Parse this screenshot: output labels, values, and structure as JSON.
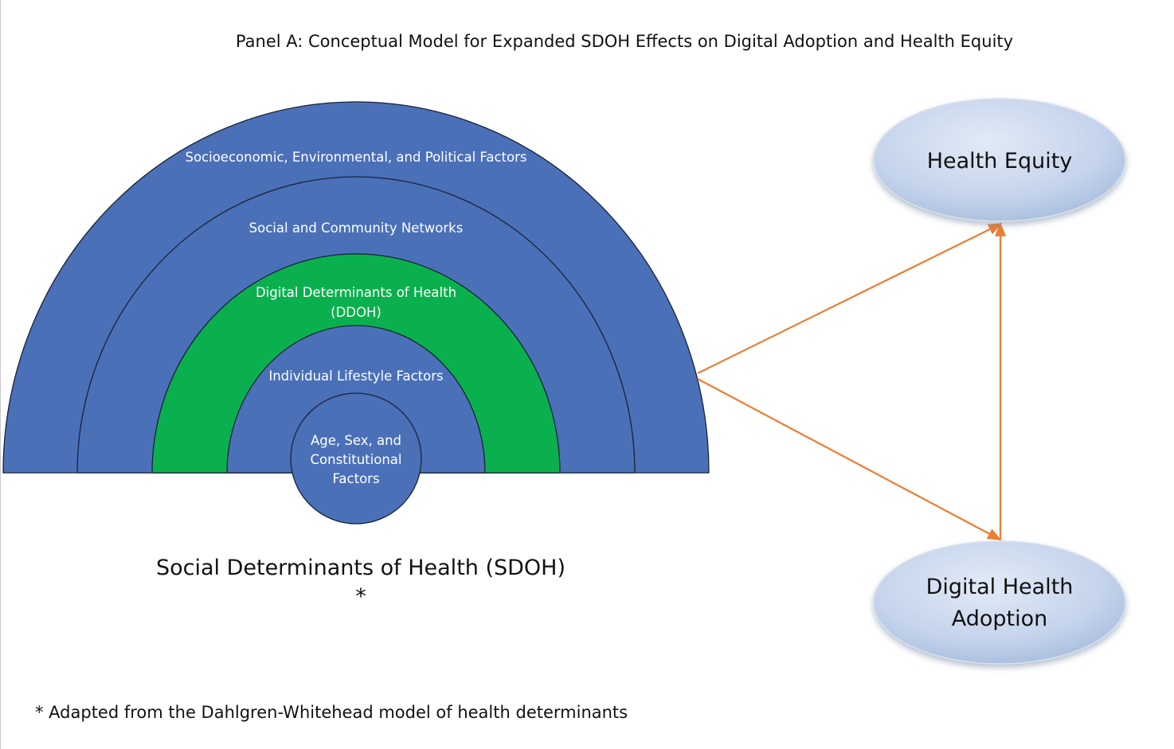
{
  "title": "Panel A: Conceptual Model for Expanded SDOH Effects on Digital Adoption and Health Equity",
  "colors": {
    "ring_blue": "#4a70b8",
    "ring_green": "#0bb04e",
    "ring_outline": "#1b2236",
    "arrow_orange": "#ed7d31",
    "ellipse_light": "#dbe5f3",
    "ellipse_dark": "#a9bfdf"
  },
  "rings": [
    {
      "id": "socioeconomic",
      "label": "Socioeconomic, Environmental, and Political Factors",
      "fill": "blue"
    },
    {
      "id": "social",
      "label": "Social and Community Networks",
      "fill": "blue"
    },
    {
      "id": "ddoh",
      "label_lines": [
        "Digital Determinants of Health",
        "(DDOH)"
      ],
      "fill": "green"
    },
    {
      "id": "lifestyle",
      "label": "Individual Lifestyle Factors",
      "fill": "blue"
    },
    {
      "id": "core",
      "label_lines": [
        "Age, Sex, and",
        "Constitutional",
        "Factors"
      ],
      "fill": "blue"
    }
  ],
  "sdoh_caption": "Social Determinants of Health (SDOH)",
  "sdoh_caption_mark": "*",
  "nodes": {
    "health_equity": {
      "label": "Health Equity"
    },
    "digital_adoption": {
      "label_lines": [
        "Digital Health",
        "Adoption"
      ]
    }
  },
  "footnote": "* Adapted from the Dahlgren-Whitehead model of health determinants"
}
